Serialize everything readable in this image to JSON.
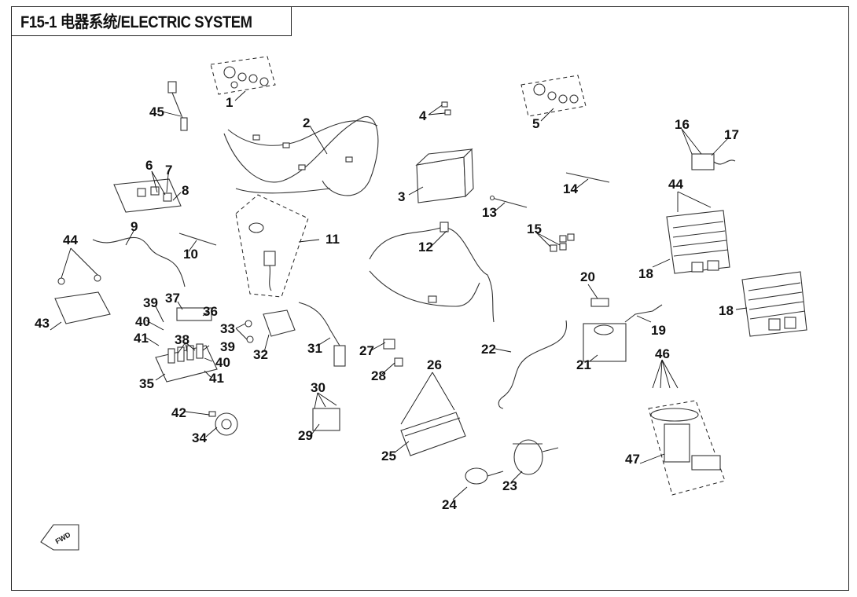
{
  "title": "F15-1  电器系统/ELECTRIC SYSTEM",
  "fwd_label": "FWD",
  "callouts": [
    "1",
    "2",
    "3",
    "4",
    "5",
    "6",
    "7",
    "8",
    "9",
    "10",
    "11",
    "12",
    "13",
    "14",
    "15",
    "16",
    "17",
    "18",
    "18",
    "19",
    "20",
    "21",
    "22",
    "23",
    "24",
    "25",
    "26",
    "27",
    "28",
    "29",
    "30",
    "31",
    "32",
    "33",
    "34",
    "35",
    "36",
    "37",
    "38",
    "39",
    "39",
    "40",
    "40",
    "41",
    "41",
    "42",
    "43",
    "44",
    "44",
    "45",
    "46",
    "47"
  ],
  "colors": {
    "line": "#111111",
    "part": "#333333",
    "background": "#ffffff"
  }
}
